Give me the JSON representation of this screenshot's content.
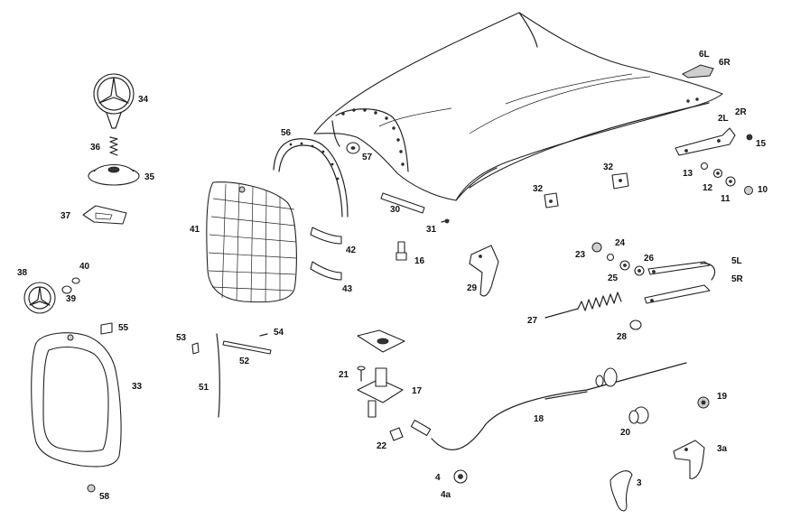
{
  "labels": {
    "l34": "34",
    "l36": "36",
    "l35": "35",
    "l37": "37",
    "l38": "38",
    "l40": "40",
    "l39": "39",
    "l55": "55",
    "l33": "33",
    "l58": "58",
    "l41": "41",
    "l56": "56",
    "l57": "57",
    "l42": "42",
    "l43": "43",
    "l30": "30",
    "l31": "31",
    "l16": "16",
    "l53": "53",
    "l54": "54",
    "l52": "52",
    "l51": "51",
    "l21": "21",
    "l17": "17",
    "l22": "22",
    "l4": "4",
    "l4a": "4a",
    "l18": "18",
    "l29": "29",
    "l27": "27",
    "l28": "28",
    "l23": "23",
    "l24": "24",
    "l25": "25",
    "l26": "26",
    "l5L": "5L",
    "l5R": "5R",
    "l32a": "32",
    "l32b": "32",
    "l6L": "6L",
    "l6R": "6R",
    "l2L": "2L",
    "l2R": "2R",
    "l15": "15",
    "l13": "13",
    "l12": "12",
    "l11": "11",
    "l10": "10",
    "l19": "19",
    "l20": "20",
    "l3a": "3a",
    "l3": "3"
  }
}
